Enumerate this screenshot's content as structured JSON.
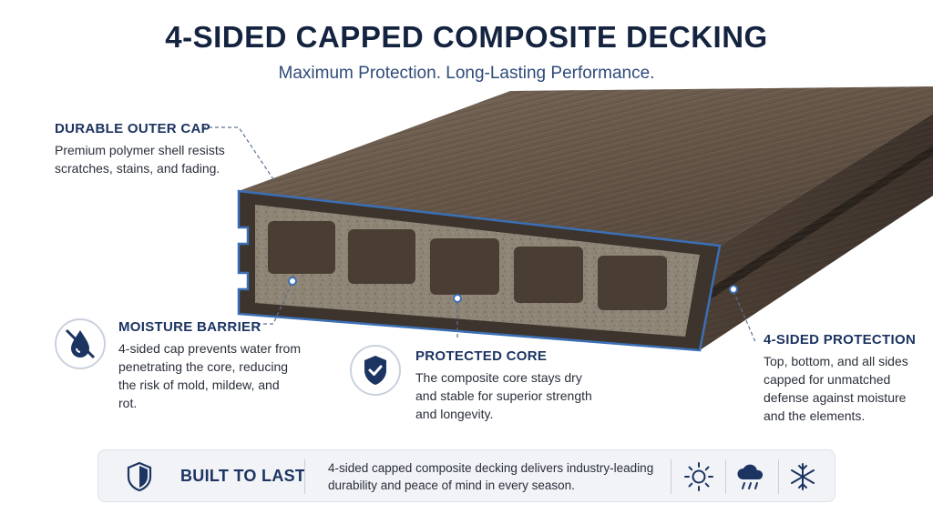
{
  "header": {
    "title": "4-SIDED CAPPED COMPOSITE DECKING",
    "subtitle": "Maximum Protection. Long-Lasting Performance."
  },
  "callouts": {
    "outer_cap": {
      "title": "DURABLE OUTER CAP",
      "text": "Premium polymer shell resists scratches, stains, and fading."
    },
    "moisture": {
      "title": "MOISTURE BARRIER",
      "text": "4-sided cap prevents water from penetrating the core, reducing the risk of mold, mildew, and rot.",
      "icon": "water-drop-crossed-icon"
    },
    "core": {
      "title": "PROTECTED CORE",
      "text": "The composite core stays dry and stable for superior strength and longevity.",
      "icon": "shield-check-icon"
    },
    "four_sided": {
      "title": "4-SIDED PROTECTION",
      "text": "Top, bottom, and all sides capped for unmatched defense against moisture and the elements."
    }
  },
  "footer": {
    "title": "BUILT TO LAST",
    "text": "4-sided capped composite decking delivers industry-leading durability and peace of mind in every season.",
    "icons": [
      "shield-icon",
      "sun-icon",
      "rain-cloud-icon",
      "snowflake-icon"
    ]
  },
  "colors": {
    "heading": "#14233f",
    "accent": "#1c3461",
    "cap_outline": "#3b6fb5",
    "board_wood": "#6b5a4c",
    "core": "#8f8577"
  }
}
